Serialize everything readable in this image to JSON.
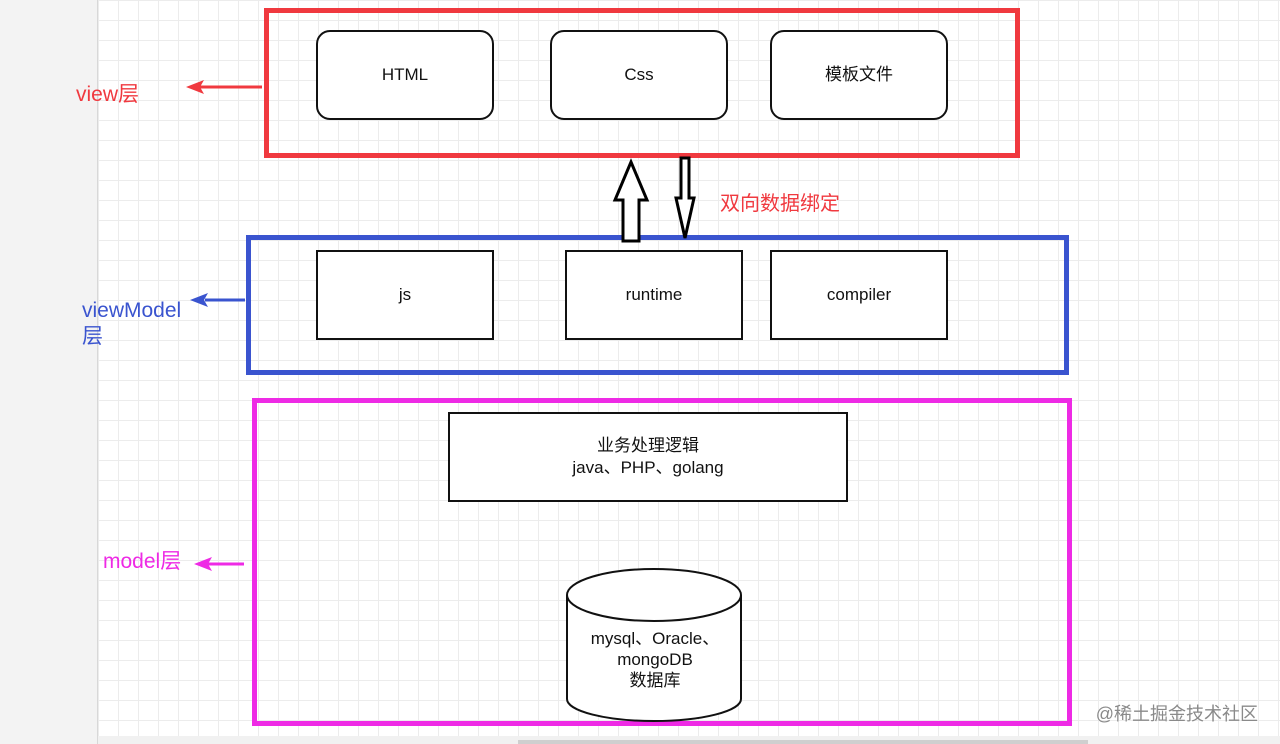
{
  "layers": {
    "view": {
      "label": "view层",
      "color": "#f0393f",
      "nodes": [
        "HTML",
        "Css",
        "模板文件"
      ]
    },
    "viewModel": {
      "label": "viewModel层",
      "color": "#3a54cf",
      "nodes": [
        "js",
        "runtime",
        "compiler"
      ]
    },
    "model": {
      "label": "model层",
      "color": "#ee2ae5",
      "logic": {
        "line1": "业务处理逻辑",
        "line2": "java、PHP、golang"
      },
      "database": {
        "line1": "mysql、Oracle、",
        "line2": "mongoDB",
        "line3": "数据库"
      }
    }
  },
  "binding_label": "双向数据绑定",
  "watermark": "@稀土掘金技术社区"
}
